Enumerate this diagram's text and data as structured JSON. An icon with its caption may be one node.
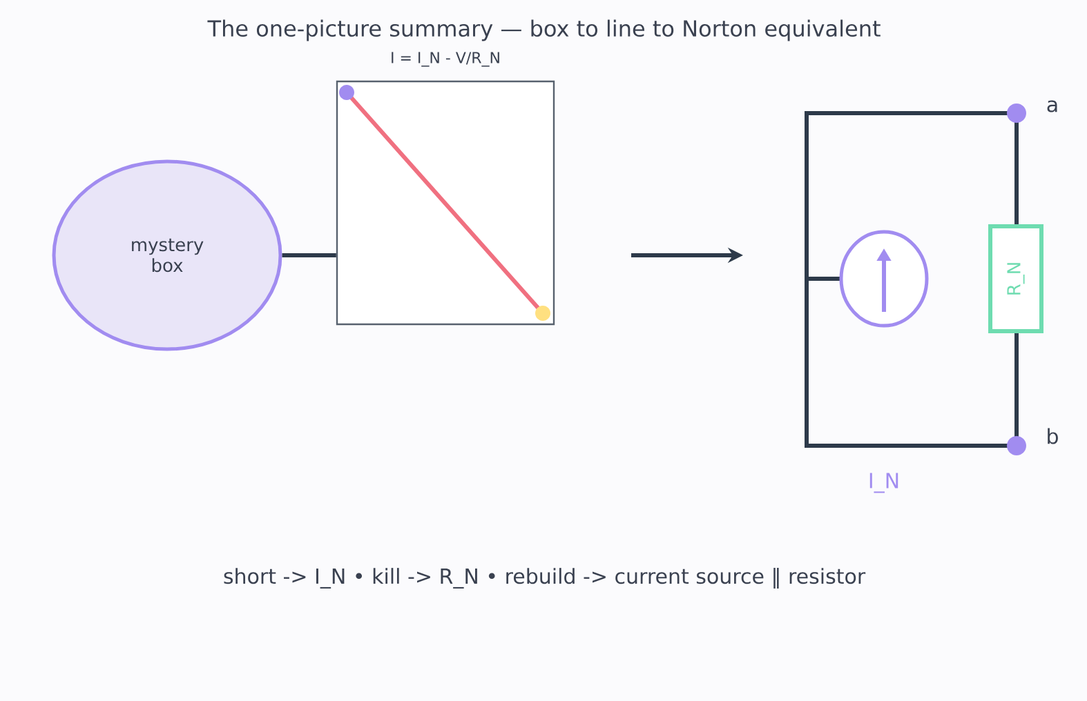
{
  "diagram": {
    "title": "The one-picture summary — box to line to Norton equivalent",
    "nodes": [
      {
        "text": [
          "mystery box"
        ]
      },
      {
        "text": [
          "I = I_N - V/R_N"
        ]
      },
      {
        "text": [],
        "shape": "circle"
      },
      {
        "text": [
          "R_N"
        ]
      }
    ],
    "edges": [
      {
        "from": 0,
        "to": 1,
        "arrow": "none"
      }
    ],
    "labels": [
      "a",
      "I_N",
      "b",
      "short -> I_N   •   kill -> R_N   •   rebuild -> current source ‖ resistor"
    ]
  }
}
